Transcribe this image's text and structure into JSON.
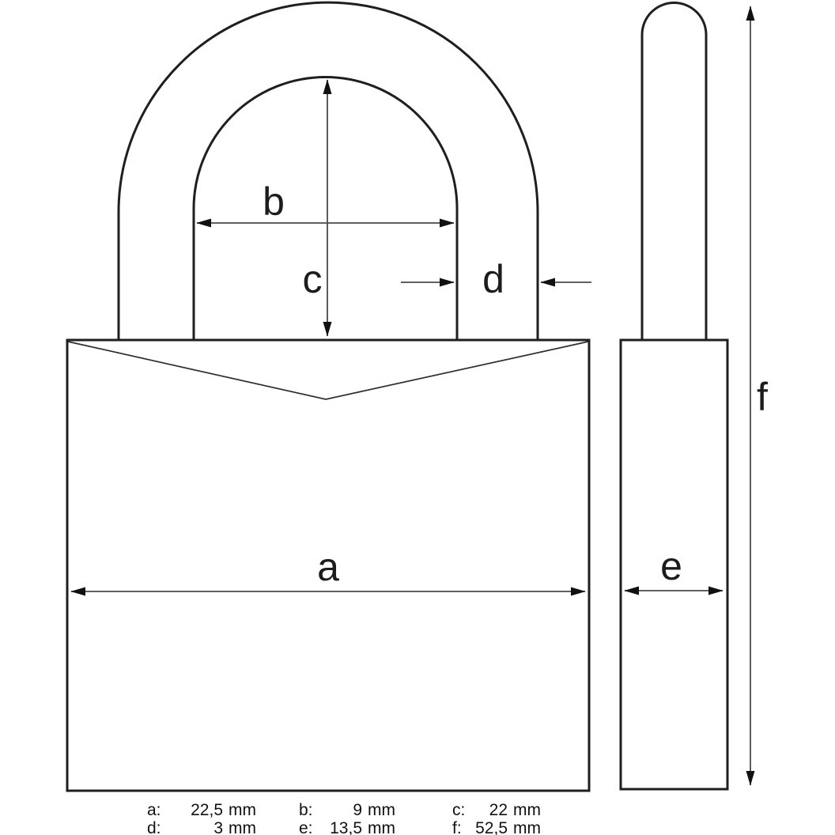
{
  "diagram": {
    "type": "technical-dimension-drawing",
    "subject": "padlock",
    "colors": {
      "background": "#ffffff",
      "outline": "#1f1f1f",
      "dimension_line": "#4a4a4a",
      "arrowhead": "#111111",
      "text": "#1c1c1c"
    }
  },
  "dimension_labels": {
    "a": "a",
    "b": "b",
    "c": "c",
    "d": "d",
    "e": "e",
    "f": "f"
  },
  "legend": {
    "entries": [
      {
        "key": "a:",
        "value": "22,5",
        "unit": "mm"
      },
      {
        "key": "b:",
        "value": "9",
        "unit": "mm"
      },
      {
        "key": "c:",
        "value": "22",
        "unit": "mm"
      },
      {
        "key": "d:",
        "value": "3",
        "unit": "mm"
      },
      {
        "key": "e:",
        "value": "13,5",
        "unit": "mm"
      },
      {
        "key": "f:",
        "value": "52,5",
        "unit": "mm"
      }
    ]
  }
}
